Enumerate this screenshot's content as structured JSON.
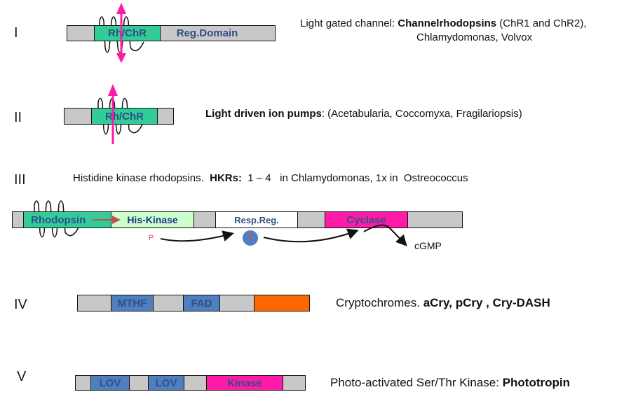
{
  "colors": {
    "gray": "#c8c8c8",
    "rhodopsin_green": "#33cc99",
    "his_kinase_green": "#ccffcc",
    "white": "#ffffff",
    "magenta": "#ff1aa8",
    "blue_domain": "#4f7fbf",
    "orange": "#ff6600",
    "label_blue": "#2f4f86",
    "arrow_magenta": "#ff1aa8",
    "phospho_red": "#d9534f"
  },
  "rows": [
    {
      "roman": "I",
      "segments": [
        {
          "label": "",
          "color": "gray"
        },
        {
          "label": "Rh/ChR",
          "color": "rhodopsin_green"
        },
        {
          "label": "Reg.Domain",
          "color": "gray"
        }
      ],
      "description": {
        "line1_pre": "Light gated channel: ",
        "line1_bold": "Channelrhodopsins",
        "line1_post": " (ChR1 and ChR2),",
        "line2": "Chlamydomonas, Volvox"
      }
    },
    {
      "roman": "II",
      "segments": [
        {
          "label": "",
          "color": "gray"
        },
        {
          "label": "Rh/ChR",
          "color": "rhodopsin_green"
        },
        {
          "label": "",
          "color": "gray"
        }
      ],
      "description": {
        "bold": "Light driven ion pumps",
        "post": ":  (Acetabularia, Coccomyxa,  Fragilariopsis)"
      }
    },
    {
      "roman": "III",
      "heading": {
        "pre": "Histidine kinase rhodopsins.  ",
        "bold": "HKRs:",
        "post": "  1 – 4   in Chlamydomonas, 1x in  Ostreococcus"
      },
      "segments": [
        {
          "label": "",
          "color": "gray"
        },
        {
          "label": "Rhodopsin",
          "color": "rhodopsin_green"
        },
        {
          "label": "His-Kinase",
          "color": "his_kinase_green"
        },
        {
          "label": "",
          "color": "gray"
        },
        {
          "label": "Resp.Reg.",
          "color": "white"
        },
        {
          "label": "",
          "color": "gray"
        },
        {
          "label": "Cyclase",
          "color": "magenta"
        },
        {
          "label": "",
          "color": "gray"
        }
      ],
      "phospho_label": "P",
      "product_label": "cGMP"
    },
    {
      "roman": "IV",
      "segments": [
        {
          "label": "",
          "color": "gray"
        },
        {
          "label": "MTHF",
          "color": "blue_domain"
        },
        {
          "label": "",
          "color": "gray"
        },
        {
          "label": "FAD",
          "color": "blue_domain"
        },
        {
          "label": "",
          "color": "gray"
        },
        {
          "label": "",
          "color": "orange"
        }
      ],
      "description": {
        "pre": "Cryptochromes. ",
        "bold": "aCry, pCry , Cry-DASH"
      }
    },
    {
      "roman": "V",
      "segments": [
        {
          "label": "",
          "color": "gray"
        },
        {
          "label": "LOV",
          "color": "blue_domain"
        },
        {
          "label": "",
          "color": "gray"
        },
        {
          "label": "LOV",
          "color": "blue_domain"
        },
        {
          "label": "",
          "color": "gray"
        },
        {
          "label": "Kinase",
          "color": "magenta"
        },
        {
          "label": "",
          "color": "gray"
        }
      ],
      "description": {
        "pre": "Photo-activated Ser/Thr Kinase: ",
        "bold": "Phototropin"
      }
    }
  ]
}
